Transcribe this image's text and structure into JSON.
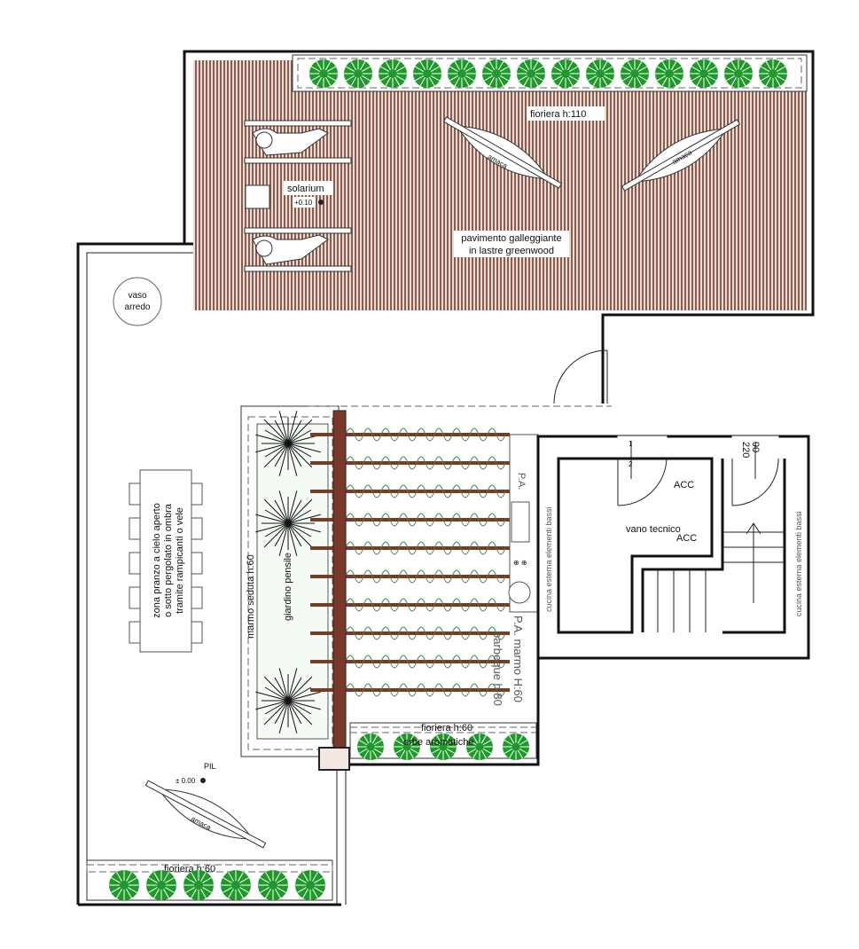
{
  "labels": {
    "fioriera_top": "fioriera h:110",
    "amaca": "amaca",
    "solarium": "solarium",
    "solarium_level": "+0.10",
    "pavimento_1": "pavimento galleggiante",
    "pavimento_2": "in lastre greenwood",
    "vaso_1": "vaso",
    "vaso_2": "arredo",
    "zona_1": "zona pranzo a cielo aperto",
    "zona_2": "o sotto pergolato in ombra",
    "zona_3": "tramite rampicanti o vele",
    "marmo_seduta": "marmo seduta h:60",
    "giardino": "giardino pensile",
    "pil": "PIL",
    "ground_level": "± 0.00",
    "fioriera_60": "fioriera h:60",
    "erbe": "erbe aromatiche",
    "pa": "P.A.",
    "pa_marmo": "P.A. marmo H:60",
    "barbeque": "barbeque h:80",
    "vano": "vano tecnico",
    "acc": "ACC",
    "cucina": "cucina esterna elementi bassi",
    "door_90": "90",
    "door_220": "220",
    "step_1": "1",
    "step_2": "2"
  },
  "colors": {
    "deck_stripe": "#8a5c4c",
    "pergola_beam": "#7a3a2a",
    "plant_green": "#1f9a2a",
    "climber_green": "#2e8b3a",
    "climber_pink": "#c080d0"
  }
}
